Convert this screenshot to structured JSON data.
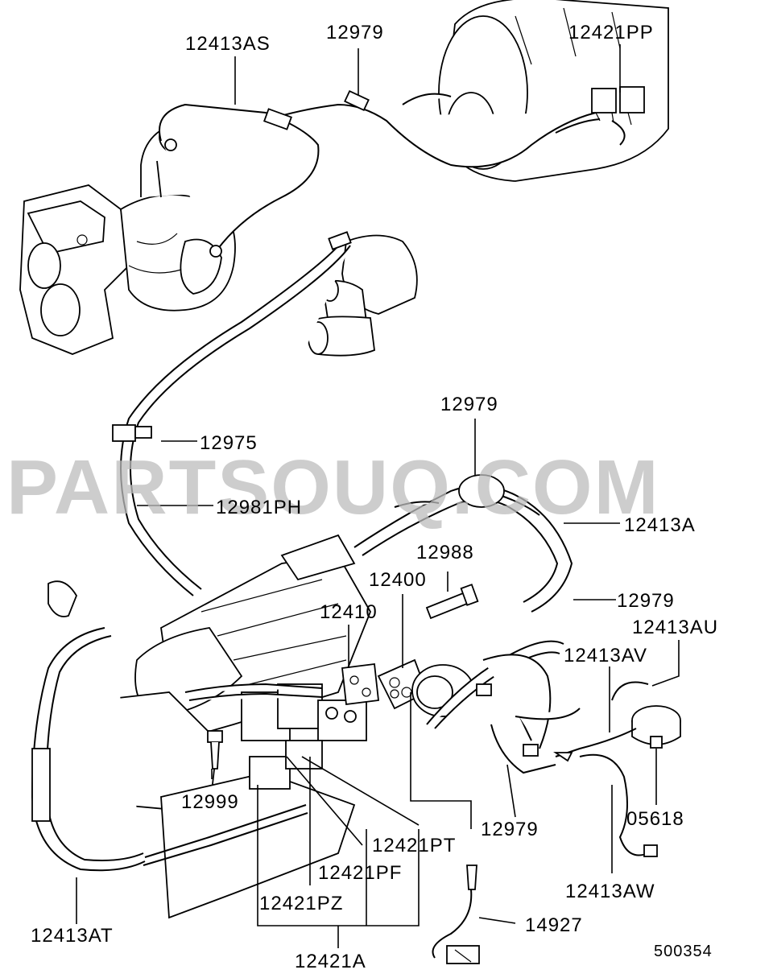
{
  "labels": {
    "p12413AS": "12413AS",
    "p12979_top": "12979",
    "p12421PP": "12421PP",
    "p12979_mid": "12979",
    "p12975": "12975",
    "p12981PH": "12981PH",
    "p12413A": "12413A",
    "p12988": "12988",
    "p12400": "12400",
    "p12410": "12410",
    "p12979_right": "12979",
    "p12413AU": "12413AU",
    "p12413AV": "12413AV",
    "p12999": "12999",
    "p05618": "05618",
    "p12979_lower": "12979",
    "p12421PT": "12421PT",
    "p12421PF": "12421PF",
    "p12421PZ": "12421PZ",
    "p12413AW": "12413AW",
    "p12413AT": "12413AT",
    "p14927": "14927",
    "p12421A": "12421A",
    "diagram_code": "500354"
  },
  "watermark": "PARTSOUQ.COM",
  "colors": {
    "line": "#000000",
    "watermark": "#bdbdbd",
    "background": "#ffffff"
  }
}
